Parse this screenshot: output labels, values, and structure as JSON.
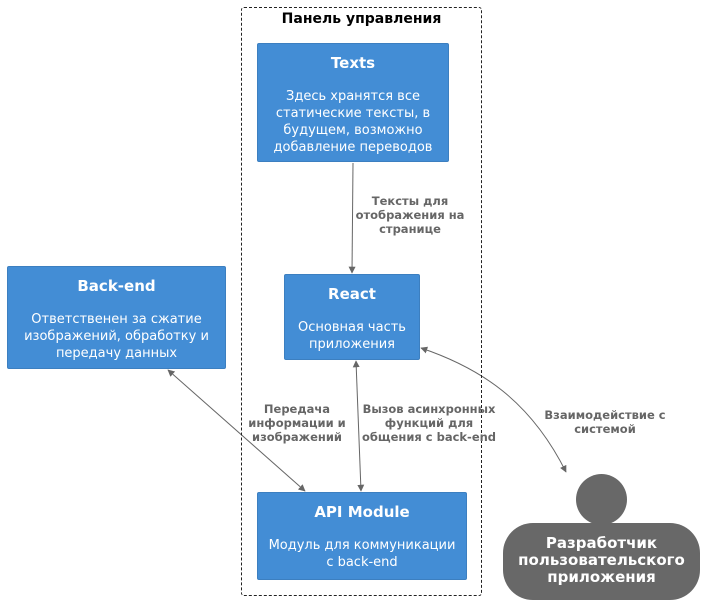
{
  "boundary": {
    "title": "Панель управления"
  },
  "nodes": {
    "texts": {
      "title": "Texts",
      "description": "Здесь хранятся все статические тексты, в будущем, возможно добавление переводов"
    },
    "react": {
      "title": "React",
      "description": "Основная часть приложения"
    },
    "backend": {
      "title": "Back-end",
      "description": "Ответственен за сжатие изображений, обработку и передачу данных"
    },
    "api": {
      "title": "API Module",
      "description": "Модуль для коммуникации с back-end"
    },
    "person": {
      "title": "Разработчик\nпользовательского\nприложения"
    }
  },
  "edges": {
    "texts_react": "Тексты для\nотображения на\nстранице",
    "backend_api": "Передача\nинформации и\nизображений",
    "react_api": "Вызов асинхронных\nфункций для\nобщения с back-end",
    "person_react": "Взаимодействие с\nсистемой"
  },
  "colors": {
    "container": "#438dd5",
    "person": "#686868",
    "edge": "#666666"
  }
}
